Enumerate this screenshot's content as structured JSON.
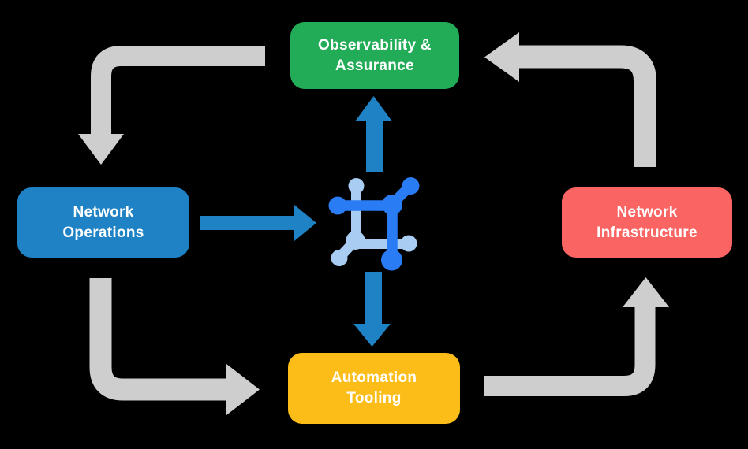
{
  "colors": {
    "background": "#000000",
    "node-green": "#23AC58",
    "node-blue": "#1E82C4",
    "node-red": "#FA6462",
    "node-yellow": "#FCBD18",
    "arrow-gray": "#CECECE",
    "arrow-blue": "#1E82C4",
    "icon-blue": "#2A7CF5",
    "icon-light-blue": "#A9CCF3",
    "label-text": "#FFFFFF"
  },
  "nodes": {
    "observability": {
      "label": "Observability &\nAssurance"
    },
    "operations": {
      "label": "Network\nOperations"
    },
    "infrastructure": {
      "label": "Network\nInfrastructure"
    },
    "automation": {
      "label": "Automation\nTooling"
    }
  },
  "center_icon": "network-grid",
  "flows": [
    {
      "from": "Observability & Assurance",
      "to": "Network Operations",
      "style": "gray-elbow"
    },
    {
      "from": "Network Operations",
      "to": "Automation Tooling",
      "style": "gray-elbow"
    },
    {
      "from": "Automation Tooling",
      "to": "Network Infrastructure",
      "style": "gray-elbow"
    },
    {
      "from": "Network Infrastructure",
      "to": "Observability & Assurance",
      "style": "gray-elbow"
    },
    {
      "from": "Network Operations",
      "to": "network-grid",
      "style": "blue-straight"
    },
    {
      "from": "network-grid",
      "to": "Observability & Assurance",
      "style": "blue-straight"
    },
    {
      "from": "network-grid",
      "to": "Automation Tooling",
      "style": "blue-straight"
    }
  ]
}
